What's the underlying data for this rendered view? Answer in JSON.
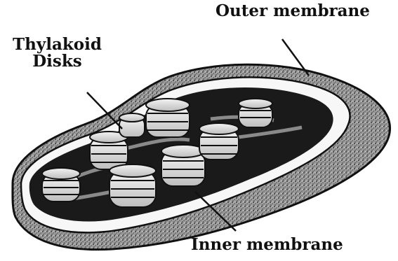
{
  "labels": {
    "outer_membrane": "Outer membrane",
    "thylakoid_line1": "Thylakoid",
    "thylakoid_line2": "Disks",
    "inner_membrane": "Inner membrane"
  },
  "colors": {
    "ink": "#111111",
    "paper": "#ffffff",
    "stroma_dark": "#1a1a1a"
  }
}
